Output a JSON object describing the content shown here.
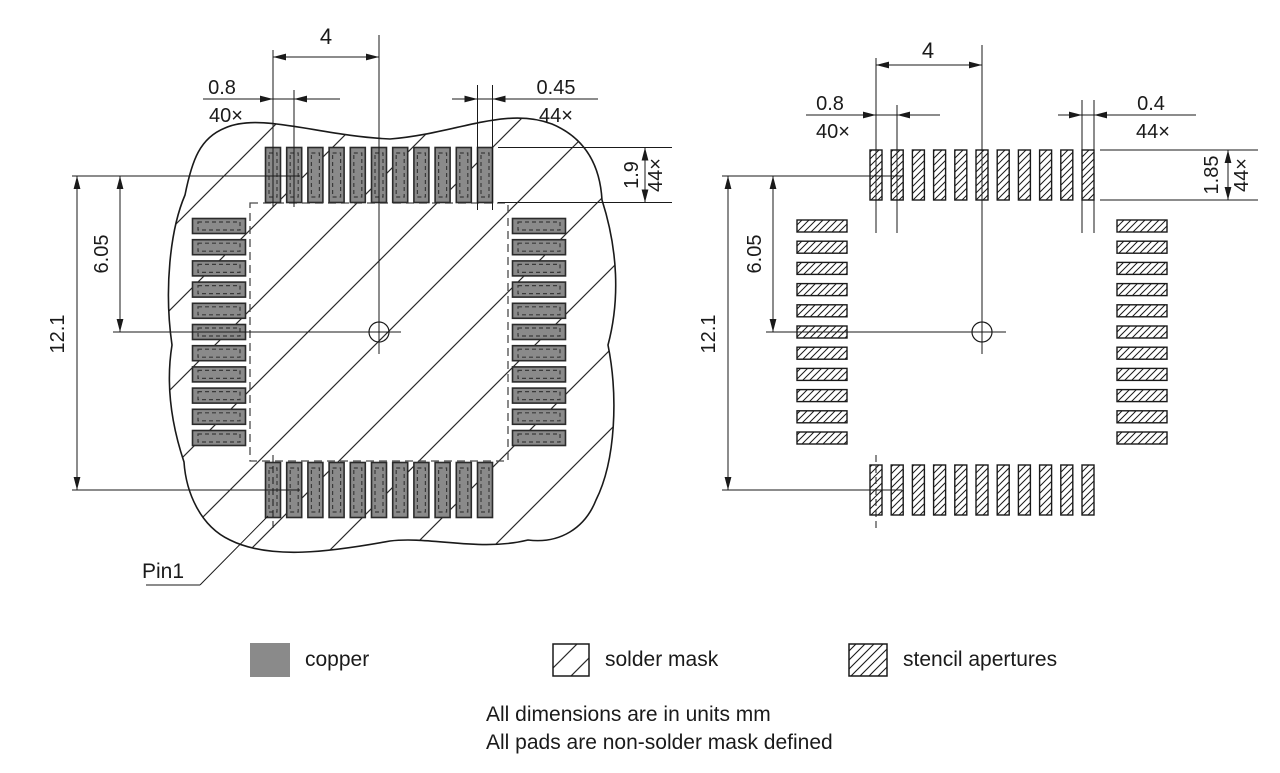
{
  "drawing_type": "PCB land pattern / footprint dimension drawing",
  "colors": {
    "copper": "#8a8a8a",
    "line": "#1a1a1a",
    "hatch": "#2a2a2a",
    "dash_outline": "#4a4a4a",
    "background": "#ffffff"
  },
  "geometry": {
    "pads_per_side": 11,
    "total_pads": 44
  },
  "left_diagram": {
    "name": "copper and solder mask view",
    "dims": {
      "span": "4",
      "pitch": "0.8",
      "pitch_count": "40×",
      "pad_width": "0.45",
      "pad_width_count": "44×",
      "pad_length": "1.9",
      "pad_length_count": "44×",
      "half_span": "6.05",
      "full_span": "12.1"
    },
    "pin1_label": "Pin1"
  },
  "right_diagram": {
    "name": "stencil apertures view",
    "dims": {
      "span": "4",
      "pitch": "0.8",
      "pitch_count": "40×",
      "aperture_width": "0.4",
      "aperture_width_count": "44×",
      "aperture_length": "1.85",
      "aperture_length_count": "44×",
      "half_span": "6.05",
      "full_span": "12.1"
    }
  },
  "legend": {
    "items": [
      {
        "id": "copper",
        "label": "copper"
      },
      {
        "id": "solder-mask",
        "label": "solder mask"
      },
      {
        "id": "stencil-apertures",
        "label": "stencil apertures"
      }
    ]
  },
  "notes": {
    "line1": "All dimensions are in units mm",
    "line2": "All pads are non-solder mask defined"
  }
}
